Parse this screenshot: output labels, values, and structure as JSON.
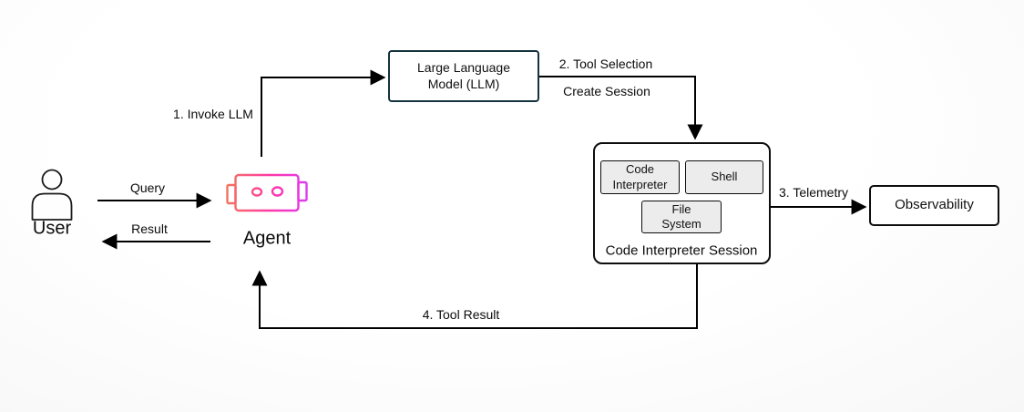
{
  "diagram": {
    "nodes": {
      "user": {
        "label": "User",
        "icon": "person-outline-icon"
      },
      "agent": {
        "label": "Agent",
        "icon": "robot-icon"
      },
      "llm": {
        "label": "Large Language Model (LLM)"
      },
      "session": {
        "label": "Code Interpreter Session",
        "code_interpreter": {
          "label": "Code Interpreter"
        },
        "shell": {
          "label": "Shell"
        },
        "file_system": {
          "label": "File System"
        }
      },
      "observability": {
        "label": "Observability"
      }
    },
    "edges": {
      "query": {
        "label": "Query"
      },
      "result": {
        "label": "Result"
      },
      "invoke_llm": {
        "label": "1. Invoke LLM"
      },
      "tool_selection": {
        "label": "2. Tool Selection",
        "sublabel": "Create Session"
      },
      "telemetry": {
        "label": "3. Telemetry"
      },
      "tool_result": {
        "label": "4. Tool Result"
      }
    },
    "colors": {
      "llm_border": "#14333f",
      "line": "#000000",
      "subbox_fill": "#ececec",
      "agent_gradient_start": "#f4745c",
      "agent_gradient_mid": "#ff37a8",
      "agent_gradient_end": "#dd3bf2"
    }
  }
}
